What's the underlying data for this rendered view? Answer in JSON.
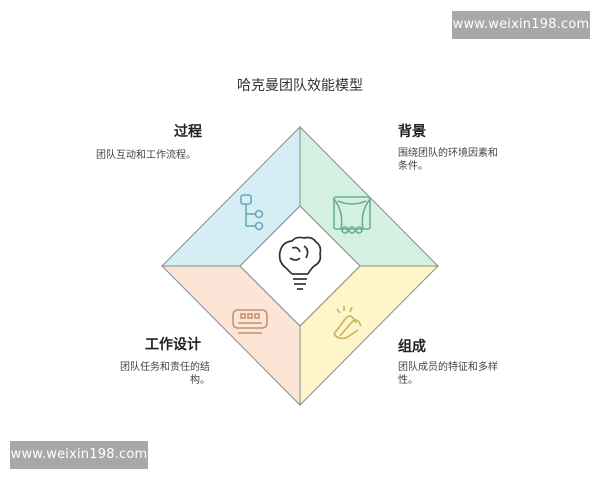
{
  "watermark": "www.weixin198.com",
  "title": "哈克曼团队效能模型",
  "sections": {
    "process": {
      "title": "过程",
      "description": "团队互动和工作流程。",
      "icon": "flowchart-icon",
      "color": "#d4eef4"
    },
    "background": {
      "title": "背景",
      "description": [
        "围绕团队的环境因素和",
        "条件。"
      ],
      "icon": "theater-stage-icon",
      "color": "#d4f0e0"
    },
    "design": {
      "title": "工作设计",
      "description": [
        "团队任务和责任的结",
        "构。"
      ],
      "icon": "conveyor-belt-icon",
      "color": "#fbe5d6"
    },
    "composition": {
      "title": "组成",
      "description": [
        "团队成员的特征和多样",
        "性。"
      ],
      "icon": "clapping-hands-icon",
      "color": "#fdf6c8"
    }
  },
  "center_icon": "brain-lightbulb-icon"
}
